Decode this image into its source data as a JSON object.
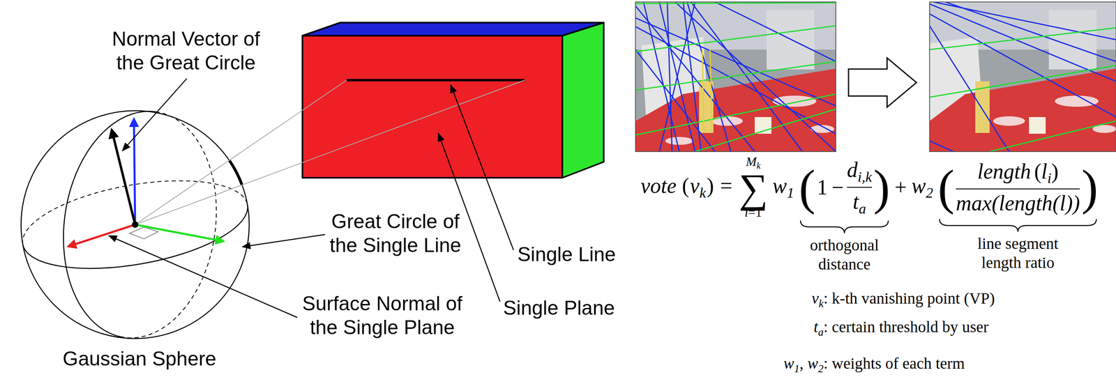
{
  "diagram": {
    "nodes": [
      {
        "text": [
          "Gaussian Sphere"
        ]
      }
    ],
    "labels": [
      "Normal Vector of the Great Circle",
      "Great Circle of the Single Line",
      "Surface Normal of the Single Plane",
      "Single Line",
      "Single Plane",
      "vote",
      "(",
      "v",
      "k",
      ")",
      "=",
      "M",
      "k",
      "∑",
      "i",
      "=",
      "1",
      "w",
      "1",
      "(",
      "1",
      "−",
      "d",
      "i,k",
      "t",
      "a",
      ")",
      "+",
      "w",
      "2",
      "(",
      "length",
      "(",
      "l",
      "i",
      ")",
      "max(length(l))",
      ")",
      "orthogonal distance",
      "line segment length ratio",
      "v",
      "k",
      ": k-th vanishing point (VP)",
      "t",
      "a",
      ": certain threshold by user",
      "w",
      "1",
      ",",
      "w",
      "2",
      ": weights of each term"
    ]
  }
}
